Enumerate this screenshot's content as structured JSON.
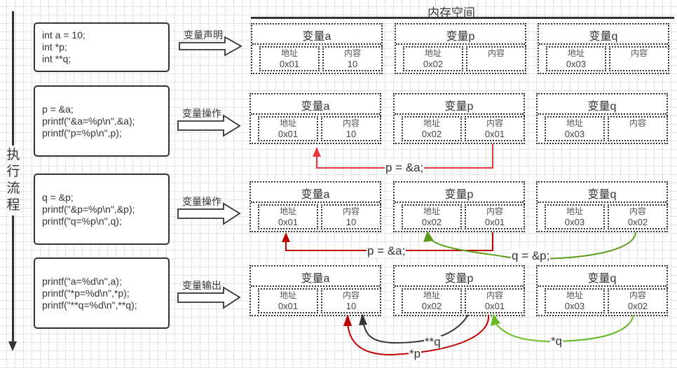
{
  "flow": {
    "label_chars": [
      "执",
      "行",
      "流",
      "程"
    ]
  },
  "memory_title": "内存空间",
  "steps": [
    {
      "code": [
        "int a = 10;",
        "int *p;",
        "int **q;"
      ],
      "op_label": "变量声明"
    },
    {
      "code": [
        "p = &a;",
        "printf(\"&a=%p\\n\",&a);",
        "printf(\"p=%p\\n\",p);"
      ],
      "op_label": "变量操作"
    },
    {
      "code": [
        "q = &p;",
        "printf(\"&p=%p\\n\",&p);",
        "printf(\"q=%p\\n\",q);"
      ],
      "op_label": "变量操作"
    },
    {
      "code": [
        "printf(\"a=%d\\n\",a);",
        "printf(\"*p=%d\\n\",*p);",
        "printf(\"**q=%d\\n\",**q);"
      ],
      "op_label": "变量输出"
    }
  ],
  "cell_labels": {
    "address": "地址",
    "content": "内容"
  },
  "rows": [
    {
      "vars": [
        {
          "name": "变量a",
          "address": "0x01",
          "content": "10"
        },
        {
          "name": "变量p",
          "address": "0x02",
          "content": ""
        },
        {
          "name": "变量q",
          "address": "0x03",
          "content": ""
        }
      ]
    },
    {
      "vars": [
        {
          "name": "变量a",
          "address": "0x01",
          "content": "10"
        },
        {
          "name": "变量p",
          "address": "0x02",
          "content": "0x01"
        },
        {
          "name": "变量q",
          "address": "0x03",
          "content": ""
        }
      ]
    },
    {
      "vars": [
        {
          "name": "变量a",
          "address": "0x01",
          "content": "10"
        },
        {
          "name": "变量p",
          "address": "0x02",
          "content": "0x01"
        },
        {
          "name": "变量q",
          "address": "0x03",
          "content": "0x02"
        }
      ]
    },
    {
      "vars": [
        {
          "name": "变量a",
          "address": "0x01",
          "content": "10"
        },
        {
          "name": "变量p",
          "address": "0x02",
          "content": "0x01"
        },
        {
          "name": "变量q",
          "address": "0x03",
          "content": "0x02"
        }
      ]
    }
  ],
  "arrows": {
    "row2_pa": {
      "label": "p = &a;",
      "color": "#e8383d"
    },
    "row3_pa": {
      "label": "p = &a;",
      "color": "#c00000"
    },
    "row3_qp": {
      "label": "q = &p;",
      "color": "#5a9e1a"
    },
    "row4_p": {
      "label": "*p",
      "color": "#c00000"
    },
    "row4_qq": {
      "label": "**q",
      "color": "#333333"
    },
    "row4_q": {
      "label": "*q",
      "color": "#66bb22"
    }
  }
}
